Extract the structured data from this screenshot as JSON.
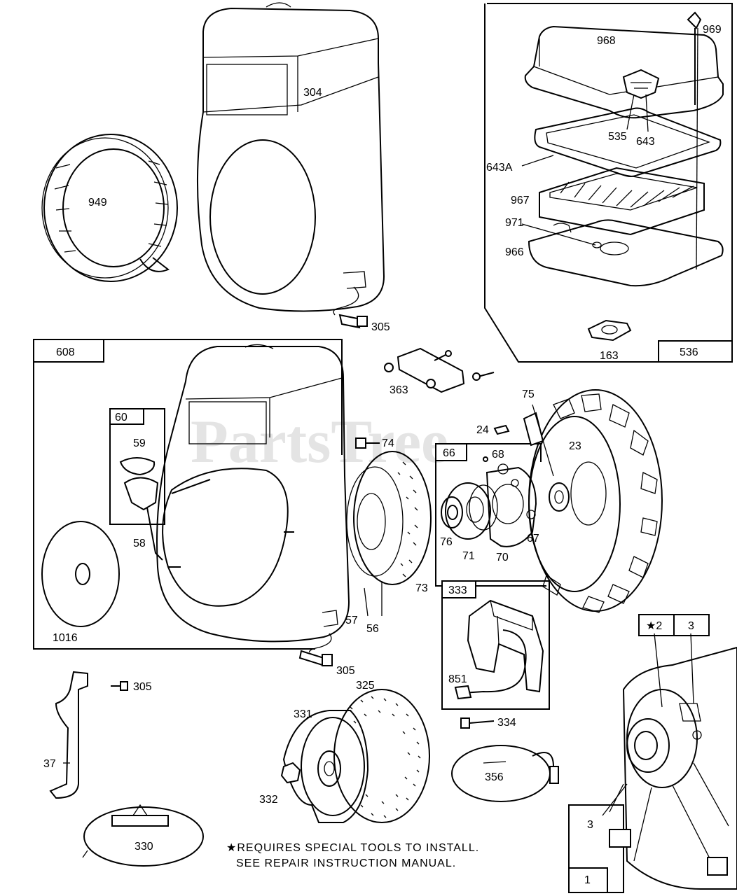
{
  "watermark": "PartsTree",
  "footnote": {
    "line1": "★REQUIRES SPECIAL TOOLS TO INSTALL.",
    "line2": "SEE REPAIR INSTRUCTION MANUAL."
  },
  "groups": {
    "air_cleaner": "536",
    "blower_housing_assy": "608",
    "rewind_starter": "60",
    "starter_clutch": "66",
    "armature": "333",
    "bearing_plate": "1",
    "crankshaft_seal": "2",
    "seal_group": "3"
  },
  "labels": {
    "p968": "968",
    "p969": "969",
    "p304": "304",
    "p949": "949",
    "p535": "535",
    "p643": "643",
    "p643A": "643A",
    "p967": "967",
    "p971": "971",
    "p966": "966",
    "p163": "163",
    "p305a": "305",
    "p363": "363",
    "p75": "75",
    "p74": "74",
    "p24": "24",
    "p23": "23",
    "p59": "59",
    "p68": "68",
    "p58": "58",
    "p76": "76",
    "p71": "71",
    "p70": "70",
    "p67": "67",
    "p73": "73",
    "p57": "57",
    "p56": "56",
    "p1016": "1016",
    "p305b": "305",
    "p325": "325",
    "p851": "851",
    "p305c": "305",
    "p331": "331",
    "p334": "334",
    "p37": "37",
    "p356": "356",
    "p332": "332",
    "p330": "330",
    "p3b": "3",
    "star2": "★2"
  }
}
